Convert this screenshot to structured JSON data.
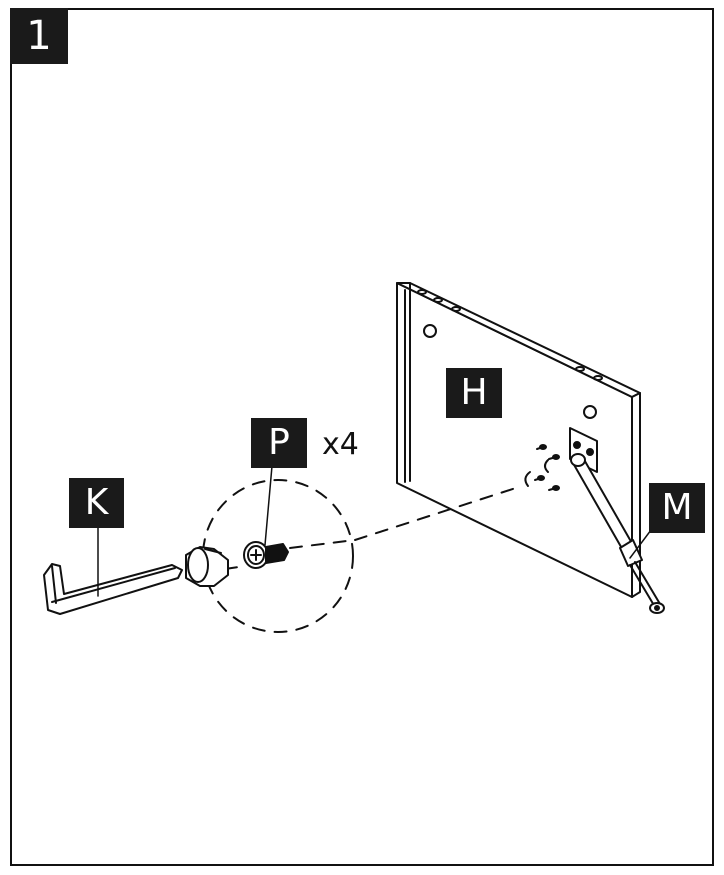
{
  "step": {
    "number": "1"
  },
  "parts": {
    "wrench": {
      "label": "K"
    },
    "screw": {
      "label": "P",
      "quantity": "x4"
    },
    "panel": {
      "label": "H"
    },
    "gas_strut": {
      "label": "M"
    }
  },
  "colors": {
    "ink": "#111111",
    "label_bg": "#1a1a1a",
    "label_fg": "#ffffff"
  }
}
